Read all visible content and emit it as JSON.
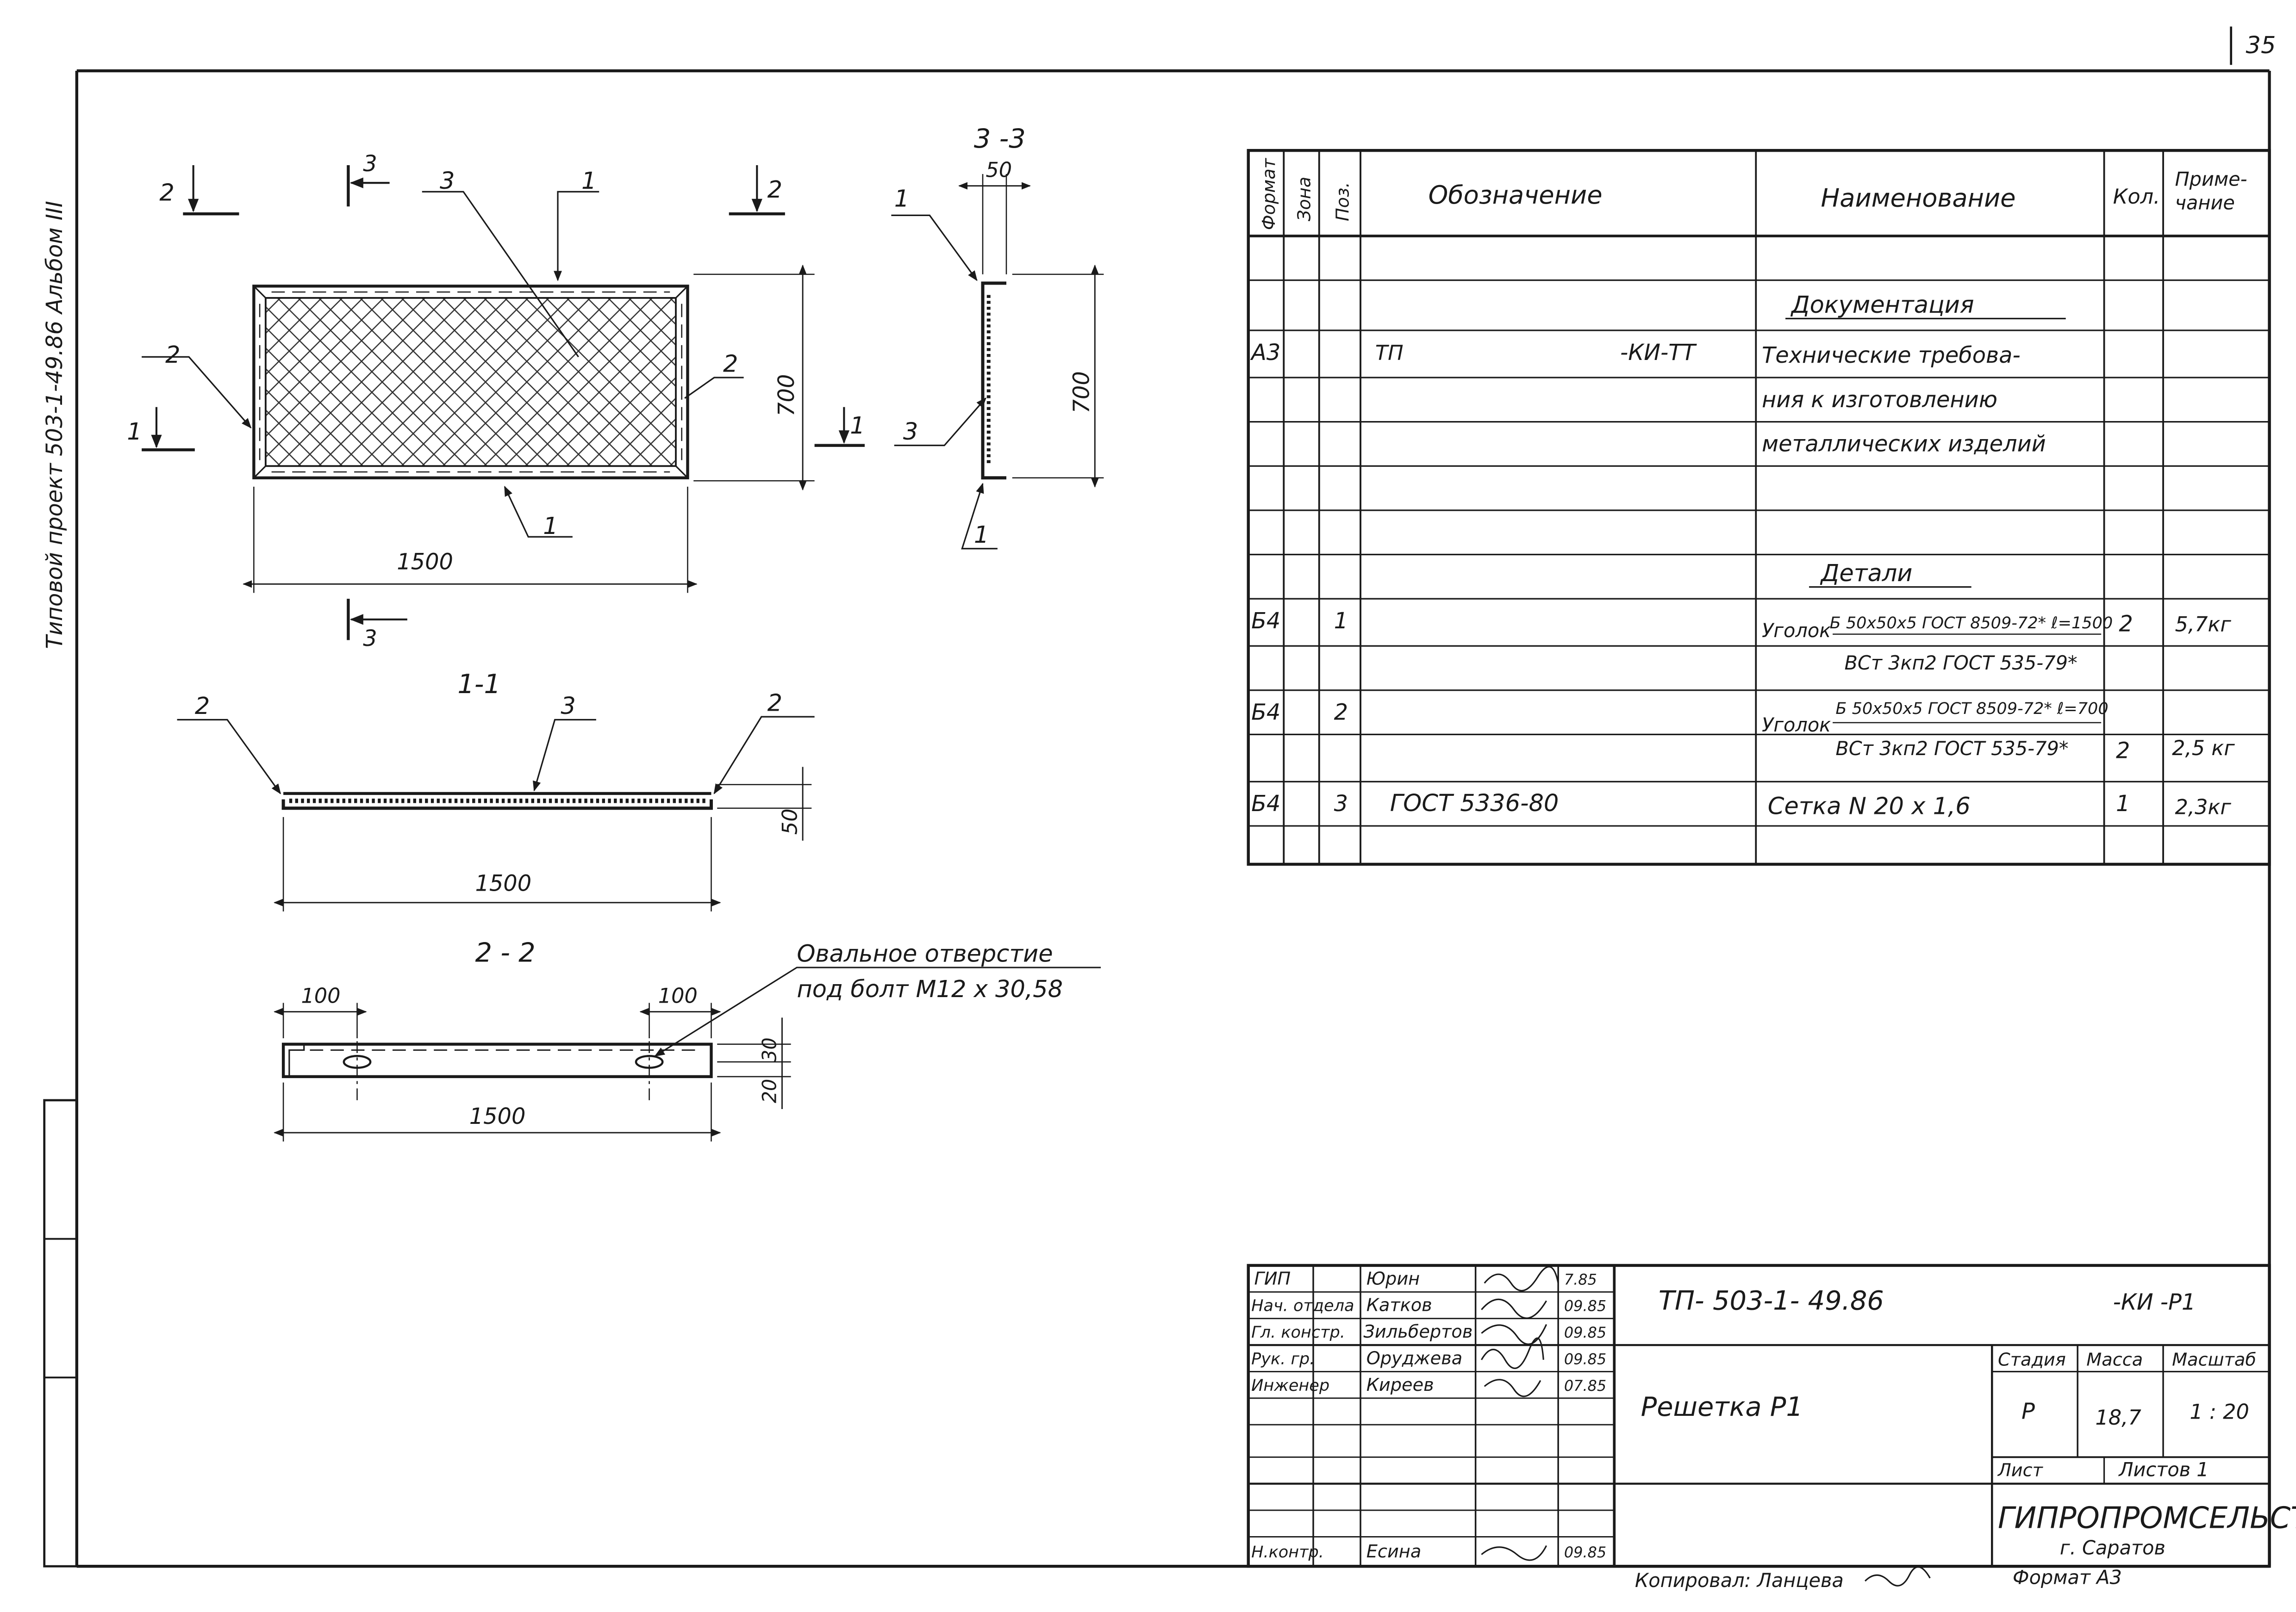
{
  "sheet": {
    "page_number": "35",
    "album_label": "Типовой проект 503-1-49.86 Альбом III"
  },
  "drawing": {
    "section_3_3": "3 -3",
    "section_1_1": "1-1",
    "section_2_2": "2 - 2",
    "cut_marks": [
      "2",
      "3",
      "2",
      "1",
      "3",
      "1"
    ],
    "position_labels": {
      "p1a": "1",
      "p1b": "1",
      "p2a": "2",
      "p2b": "2",
      "p3": "3",
      "s33_1a": "1",
      "s33_1b": "1",
      "s33_3": "3",
      "s11_2a": "2",
      "s11_3": "3",
      "s11_2b": "2"
    },
    "dims": {
      "plan_width": "1500",
      "plan_height": "700",
      "side_height": "700",
      "side_thickness": "50",
      "s11_length": "1500",
      "s11_height": "50",
      "s22_edge_left": "100",
      "s22_edge_right": "100",
      "s22_length": "1500",
      "s22_h30": "30",
      "s22_h20": "20"
    },
    "note_line1": "Овальное отверстие",
    "note_line2": "под болт М12 х 30,58"
  },
  "spec_table": {
    "headers": {
      "format": "Формат",
      "zone": "Зона",
      "pos": "Поз.",
      "designation": "Обозначение",
      "name": "Наименование",
      "qty": "Кол.",
      "note_a": "Приме-",
      "note_b": "чание"
    },
    "documentation_title": "Документация",
    "row_a3": {
      "format": "А3",
      "designation_left": "ТП",
      "designation_right": "-КИ-ТТ",
      "name_lines": [
        "Технические требова-",
        "ния к изготовлению",
        "металлических изделий"
      ]
    },
    "details_title": "Детали",
    "rows": [
      {
        "format": "Б4",
        "pos": "1",
        "name_prefix": "Уголок",
        "upper": "Б 50х50х5 ГОСТ 8509-72* ℓ=1500",
        "lower": "ВСт 3кп2 ГОСТ 535-79*",
        "qty": "2",
        "note": "5,7кг"
      },
      {
        "format": "Б4",
        "pos": "2",
        "name_prefix": "Уголок",
        "upper": "Б 50х50х5 ГОСТ 8509-72* ℓ=700",
        "lower": "ВСт 3кп2 ГОСТ 535-79*",
        "qty": "2",
        "note": "2,5 кг"
      },
      {
        "format": "Б4",
        "pos": "3",
        "designation": "ГОСТ   5336-80",
        "name": "Сетка   N 20 х 1,6",
        "qty": "1",
        "note": "2,3кг"
      }
    ]
  },
  "title_block": {
    "roles": [
      "ГИП",
      "Нач. отдела",
      "Гл. констр.",
      "Рук. гр.",
      "Инженер"
    ],
    "names": [
      "Юрин",
      "Катков",
      "Зильбертов",
      "Оруджева",
      "Киреев"
    ],
    "dates": [
      "7.85",
      "09.85",
      "09.85",
      "09.85",
      "07.85"
    ],
    "norm_control_role": "Н.контр.",
    "norm_control_name": "Есина",
    "norm_control_date": "09.85",
    "project_code": "ТП- 503-1- 49.86",
    "doc_suffix": "-КИ -Р1",
    "title": "Решетка   Р1",
    "stage_label": "Стадия",
    "mass_label": "Масса",
    "scale_label": "Масштаб",
    "stage": "Р",
    "mass": "18,7",
    "scale": "1 : 20",
    "sheet_label": "Лист",
    "sheets_label": "Листов 1",
    "organization": "ГИПРОПРОМСЕЛЬСТРОЙ",
    "city": "г. Саратов"
  },
  "footer": {
    "copied_by": "Копировал: Ланцева",
    "format": "Формат  А3"
  }
}
